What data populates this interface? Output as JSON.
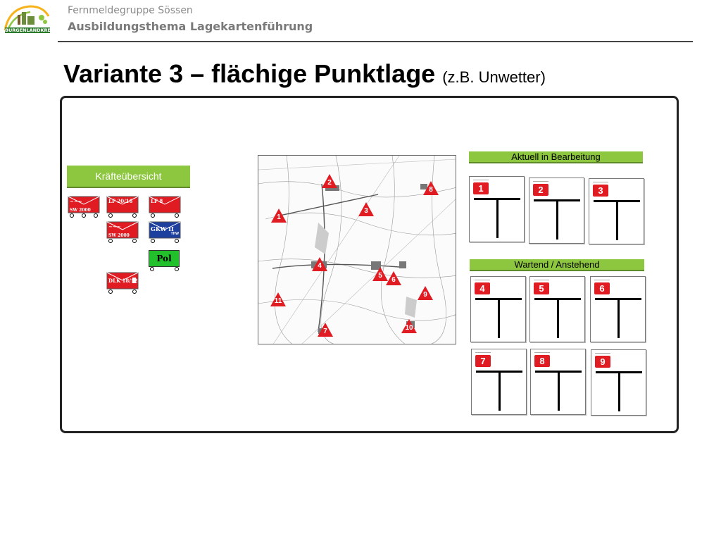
{
  "header": {
    "logo_text": "BURGENLANDKREIS",
    "organisation": "Fernmeldegruppe Sössen",
    "topic": "Ausbildungsthema Lagekartenführung"
  },
  "slide": {
    "title": "Variante 3 – flächige Punktlage",
    "subtitle": "(z.B. Unwetter)"
  },
  "forces": {
    "heading": "Kräfteübersicht",
    "vehicles": [
      {
        "label": "SW 2000",
        "top": "~~~",
        "color": "#e11b22"
      },
      {
        "label": "LF 20/16",
        "top": "",
        "color": "#e11b22"
      },
      {
        "label": "LF 8",
        "top": "",
        "color": "#e11b22"
      },
      {
        "label": "SW 2000",
        "top": "~~~",
        "color": "#e11b22"
      },
      {
        "label": "GKW II",
        "top": "",
        "color": "#1d3f9e",
        "tag": "THW"
      },
      {
        "label": "Pol",
        "top": "",
        "color": "#22c02a"
      },
      {
        "label": "DLK 18/12",
        "top": "",
        "color": "#e11b22"
      }
    ]
  },
  "map": {
    "markers": [
      "1",
      "2",
      "3",
      "4",
      "5",
      "6",
      "7",
      "8",
      "9",
      "10",
      "11"
    ]
  },
  "status": {
    "active_heading": "Aktuell in Bearbeitung",
    "waiting_heading": "Wartend / Anstehend",
    "active": [
      "1",
      "2",
      "3"
    ],
    "waiting": [
      "4",
      "5",
      "6",
      "7",
      "8",
      "9"
    ]
  },
  "colors": {
    "accent_green": "#8dc63f",
    "fire_red": "#e11b22",
    "thw_blue": "#1d3f9e",
    "police_green": "#22c02a"
  }
}
